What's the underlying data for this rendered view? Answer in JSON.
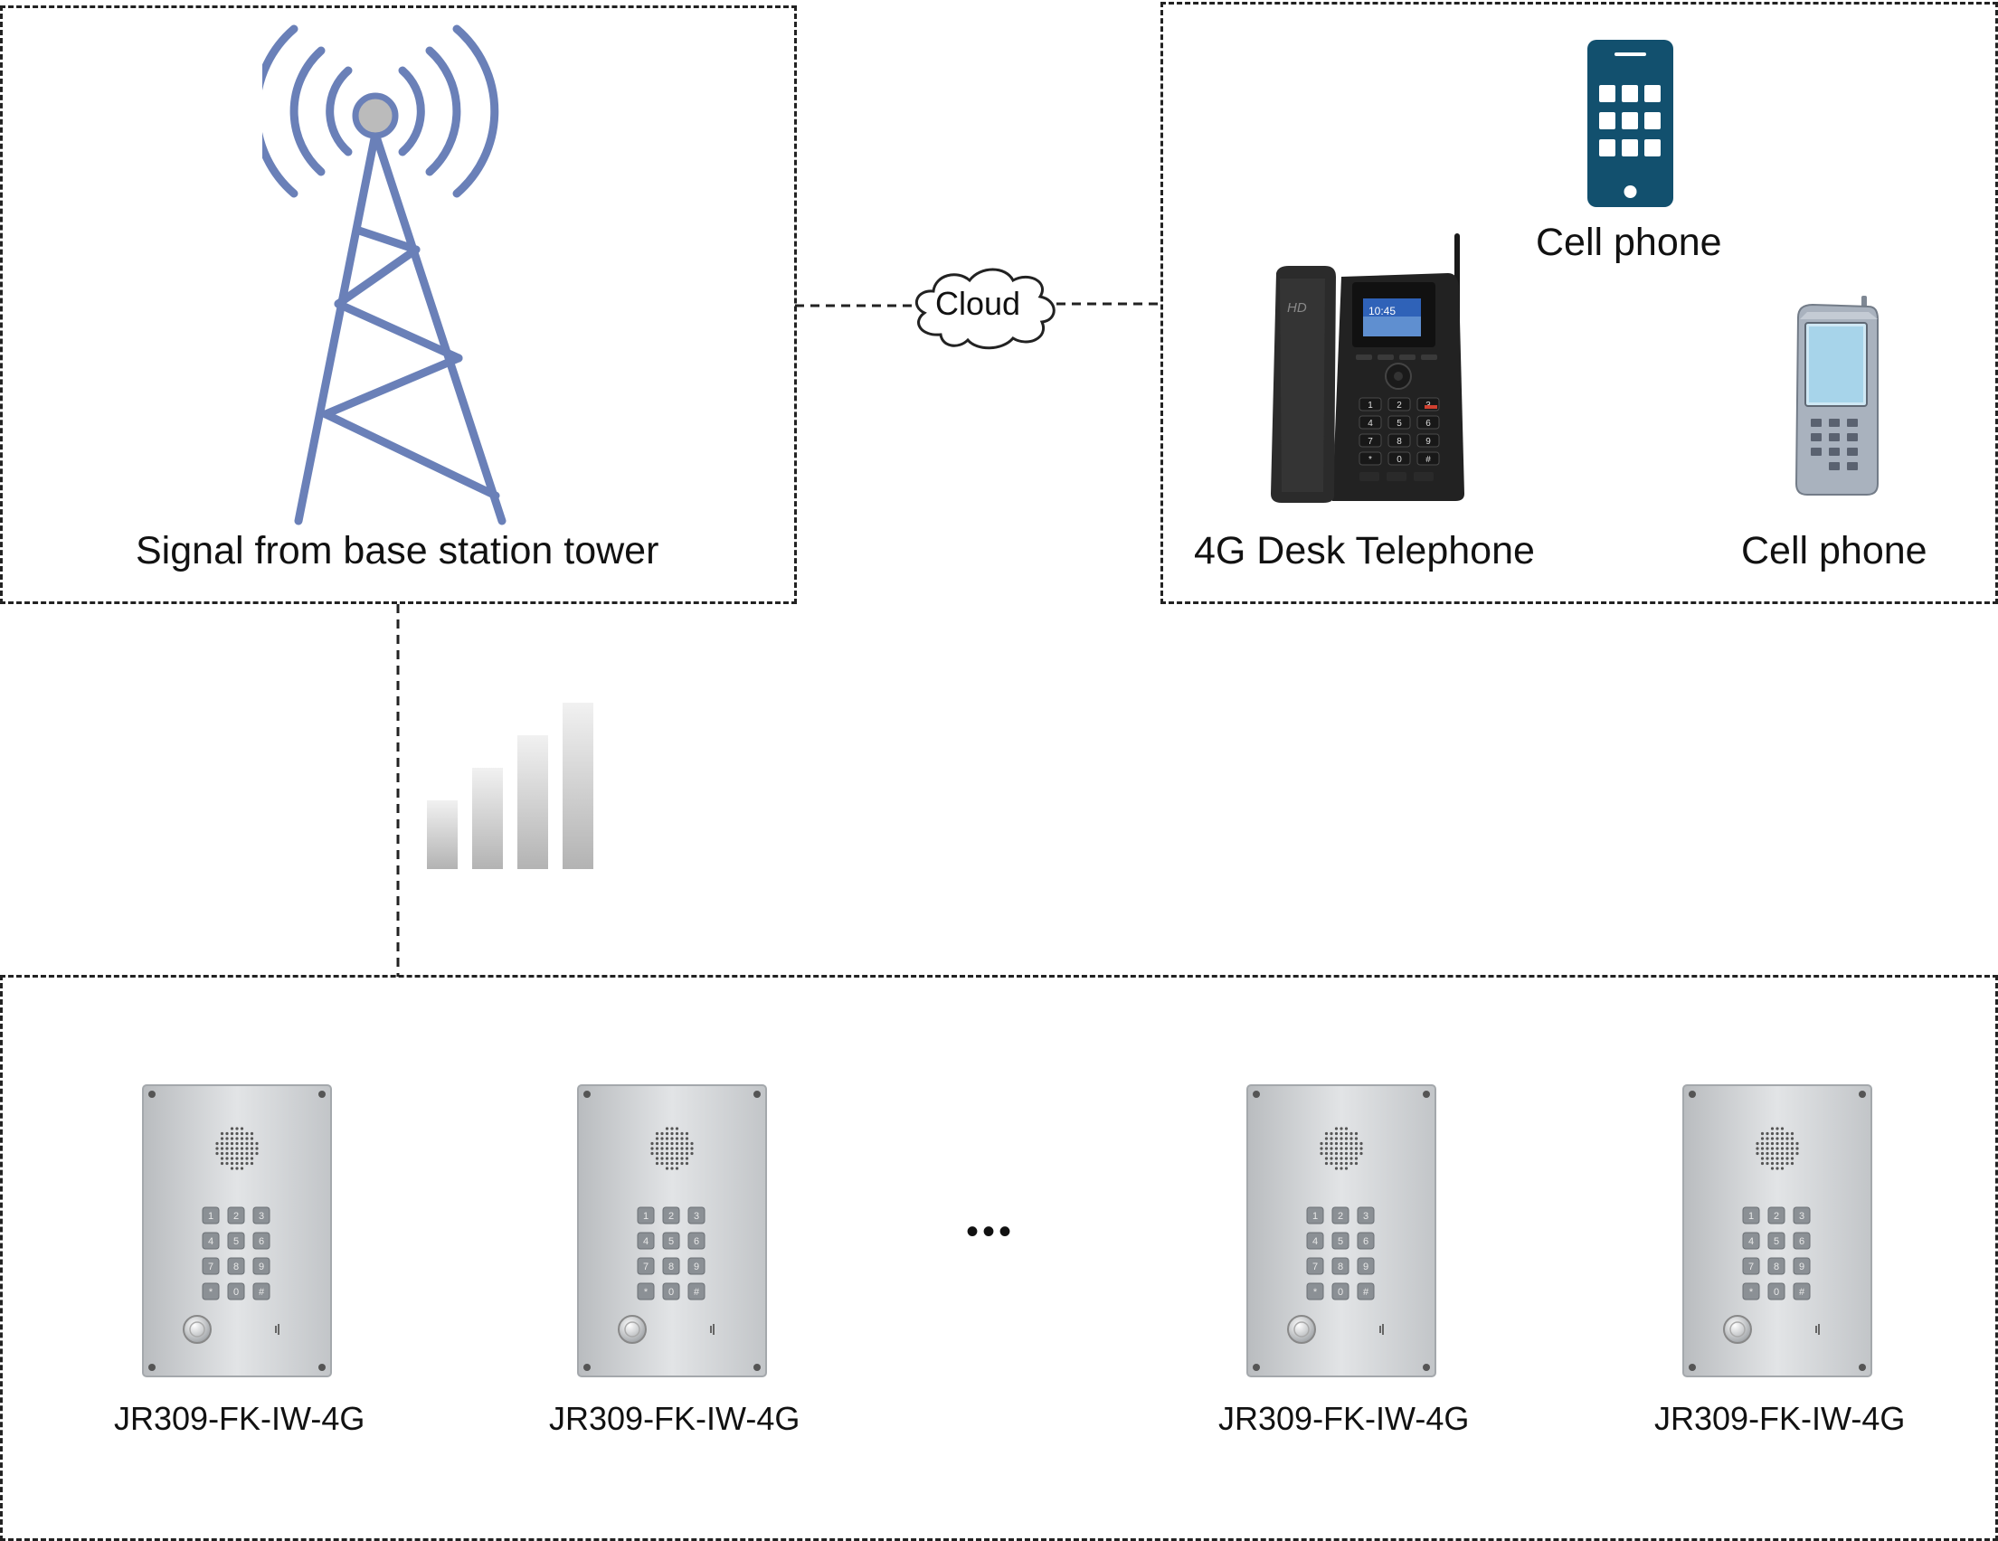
{
  "tower_section": {
    "label": "Signal from base station tower"
  },
  "cloud": {
    "label": "Cloud"
  },
  "devices_section": {
    "smartphone_label": "Cell phone",
    "desk_phone_label": "4G Desk Telephone",
    "feature_phone_label": "Cell phone",
    "desk_phone_screen_text": "10:45",
    "desk_phone_brand": "HD",
    "desk_keys": [
      "1",
      "2",
      "3",
      "4",
      "5",
      "6",
      "7",
      "8",
      "9",
      "*",
      "0",
      "#"
    ]
  },
  "intercom_section": {
    "units": [
      {
        "label": "JR309-FK-IW-4G"
      },
      {
        "label": "JR309-FK-IW-4G"
      },
      {
        "label": "JR309-FK-IW-4G"
      },
      {
        "label": "JR309-FK-IW-4G"
      }
    ],
    "ellipsis": "•••",
    "keys": [
      "1",
      "2",
      "3",
      "4",
      "5",
      "6",
      "7",
      "8",
      "9",
      "*",
      "0",
      "#"
    ]
  },
  "colors": {
    "tower": "#6a80b8",
    "smartphone": "#12506e",
    "feature_phone_body": "#a9b2be",
    "feature_phone_screen": "#a7d4ea",
    "steel": "#cfd2d5",
    "signal_bar": "#bcbcbc"
  }
}
